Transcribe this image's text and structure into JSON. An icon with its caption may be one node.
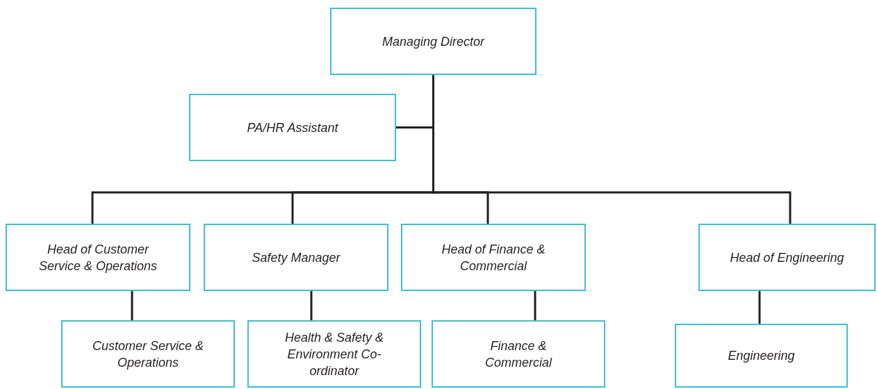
{
  "diagram": {
    "nodes": [
      {
        "text": [
          "Managing Director"
        ]
      },
      {
        "text": [
          "PA/HR Assistant"
        ]
      },
      {
        "text": [
          "Head of Customer Service & Operations"
        ]
      },
      {
        "text": [
          "Safety Manager"
        ]
      },
      {
        "text": [
          "Head of Finance & Commercial"
        ]
      },
      {
        "text": [
          "Head of Engineering"
        ]
      },
      {
        "text": [
          "Customer Service & Operations"
        ]
      },
      {
        "text": [
          "Health & Safety & Environment Co-ordinator"
        ]
      },
      {
        "text": [
          "Finance & Commercial"
        ]
      },
      {
        "text": [
          "Engineering"
        ]
      }
    ],
    "edges": [
      {
        "from": 0,
        "to": 1,
        "arrow": "none"
      },
      {
        "from": 0,
        "to": 2,
        "arrow": "none"
      },
      {
        "from": 0,
        "to": 3,
        "arrow": "none"
      },
      {
        "from": 0,
        "to": 4,
        "arrow": "none"
      },
      {
        "from": 0,
        "to": 5,
        "arrow": "none"
      },
      {
        "from": 2,
        "to": 6,
        "arrow": "none"
      },
      {
        "from": 3,
        "to": 7,
        "arrow": "none"
      },
      {
        "from": 4,
        "to": 8,
        "arrow": "none"
      },
      {
        "from": 5,
        "to": 9,
        "arrow": "none"
      }
    ]
  }
}
